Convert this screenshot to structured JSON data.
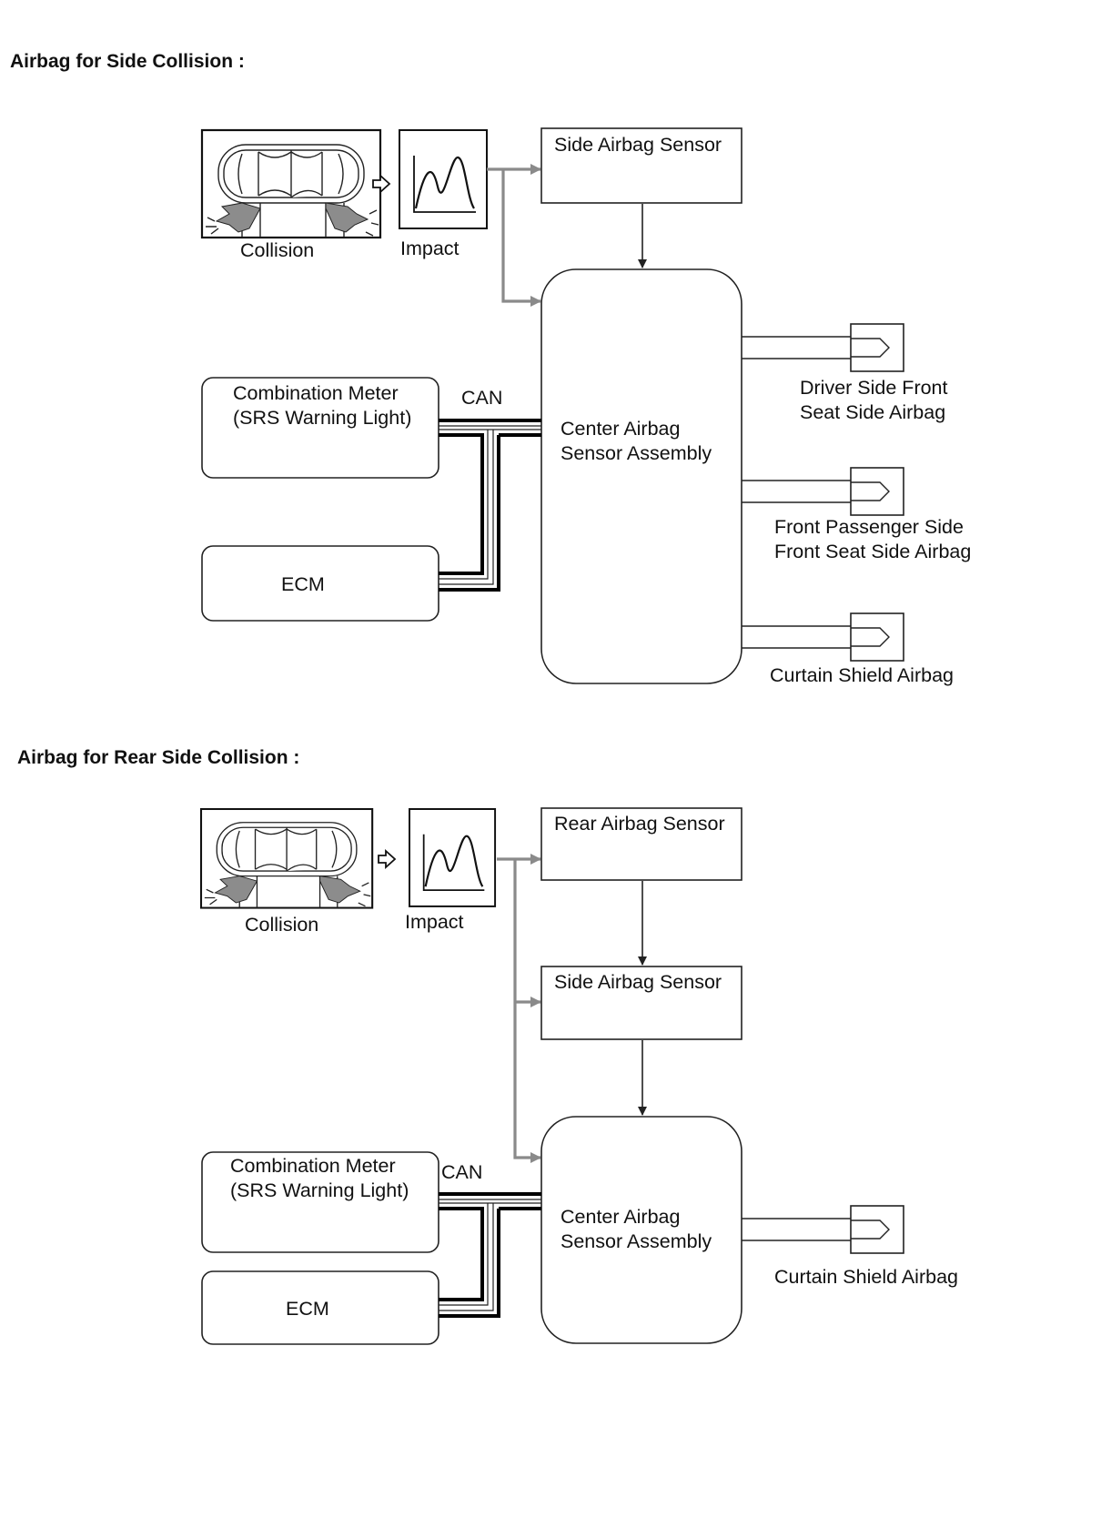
{
  "sections": [
    {
      "heading": "Airbag for Side Collision :",
      "collision_label": "Collision",
      "impact_label": "Impact",
      "sensors": [
        "Side Airbag Sensor"
      ],
      "center": [
        "Center Airbag",
        "Sensor Assembly"
      ],
      "meter": [
        "Combination Meter",
        "(SRS Warning Light)"
      ],
      "can_label": "CAN",
      "ecm_label": "ECM",
      "outputs": [
        [
          "Driver Side Front",
          "Seat Side Airbag"
        ],
        [
          "Front Passenger Side",
          "Front Seat Side Airbag"
        ],
        [
          "Curtain Shield Airbag"
        ]
      ]
    },
    {
      "heading": "Airbag for Rear Side Collision :",
      "collision_label": "Collision",
      "impact_label": "Impact",
      "sensors": [
        "Rear Airbag Sensor",
        "Side Airbag Sensor"
      ],
      "center": [
        "Center Airbag",
        "Sensor Assembly"
      ],
      "meter": [
        "Combination Meter",
        "(SRS Warning Light)"
      ],
      "can_label": "CAN",
      "ecm_label": "ECM",
      "outputs": [
        [
          "Curtain Shield Airbag"
        ]
      ]
    }
  ],
  "colors": {
    "line": "#222222",
    "impact_arrow": "#8a8a8a",
    "can_bus": "#000000"
  },
  "icons": {
    "collision": "car-side-crash-icon",
    "impact": "impact-waveform-icon",
    "flow_arrow": "hollow-right-arrow-icon",
    "squib": "airbag-squib-icon"
  }
}
